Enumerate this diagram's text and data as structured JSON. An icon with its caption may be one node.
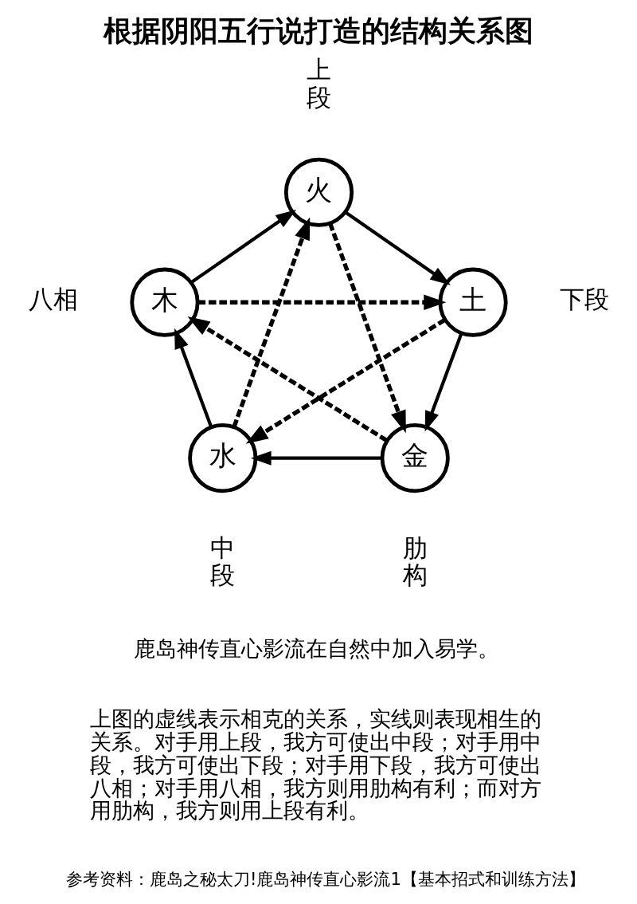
{
  "diagram": {
    "title": "根据阴阳五行说打造的结构关系图",
    "nodes": [
      {
        "text": [
          "火"
        ],
        "beside": [
          "上段"
        ]
      },
      {
        "text": [
          "木"
        ],
        "beside": [
          "八相"
        ]
      },
      {
        "text": [
          "土"
        ],
        "beside": [
          "下段"
        ]
      },
      {
        "text": [
          "水"
        ],
        "beside": [
          "中段"
        ]
      },
      {
        "text": [
          "金"
        ],
        "beside": [
          "肋构"
        ]
      }
    ],
    "edges": [
      {
        "from": 1,
        "to": 0,
        "arrow": "to"
      },
      {
        "from": 0,
        "to": 2,
        "arrow": "to"
      },
      {
        "from": 1,
        "to": 2,
        "arrow": "to",
        "style": "dashed"
      },
      {
        "from": 0,
        "to": 4,
        "arrow": "to",
        "style": "dashed"
      },
      {
        "from": 3,
        "to": 0,
        "arrow": "to",
        "style": "dashed"
      },
      {
        "from": 2,
        "to": 3,
        "arrow": "to",
        "style": "dashed"
      },
      {
        "from": 4,
        "to": 1,
        "arrow": "to",
        "style": "dashed"
      },
      {
        "from": 3,
        "to": 1,
        "arrow": "to"
      },
      {
        "from": 2,
        "to": 4,
        "arrow": "to"
      },
      {
        "from": 4,
        "to": 3,
        "arrow": "to"
      }
    ],
    "labels": [
      "鹿岛神传直心影流在自然中加入易学。",
      "上图的虚线表示相克的关系，实线则表现相生的关系。对手用上段，我方可使出中段；对手用中段，我方可使出下段；对手用下段，我方可使出八相；对手用八相，我方则用肋构有利；而对方用肋构，我方则用上段有利。",
      "参考资料：鹿岛之秘太刀!鹿岛神传直心影流1【基本招式和训练方法】"
    ]
  }
}
